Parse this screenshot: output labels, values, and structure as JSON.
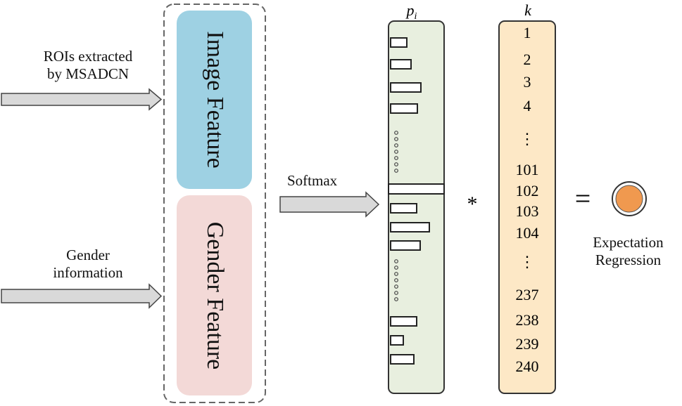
{
  "inputs": {
    "roi_line1": "ROIs extracted",
    "roi_line2": "by MSADCN",
    "gender_line1": "Gender",
    "gender_line2": "information"
  },
  "features": {
    "image": "Image Feature",
    "gender": "Gender Feature",
    "image_color": "#9ed1e3",
    "gender_color": "#f3d9d7"
  },
  "softmax_label": "Softmax",
  "pi_header": "p",
  "pi_sub": "i",
  "k_header": "k",
  "multiply_symbol": "*",
  "equals_symbol": "=",
  "k_values": [
    "1",
    "2",
    "3",
    "4",
    "⋮",
    "101",
    "102",
    "103",
    "104",
    "⋮",
    "237",
    "238",
    "239",
    "240"
  ],
  "output": {
    "line1": "Expectation",
    "line2": "Regression",
    "node_color": "#f0994f"
  },
  "colors": {
    "pi_fill": "#e8efdf",
    "k_fill": "#fde8c6",
    "arrow_fill": "#d9d9d9"
  }
}
